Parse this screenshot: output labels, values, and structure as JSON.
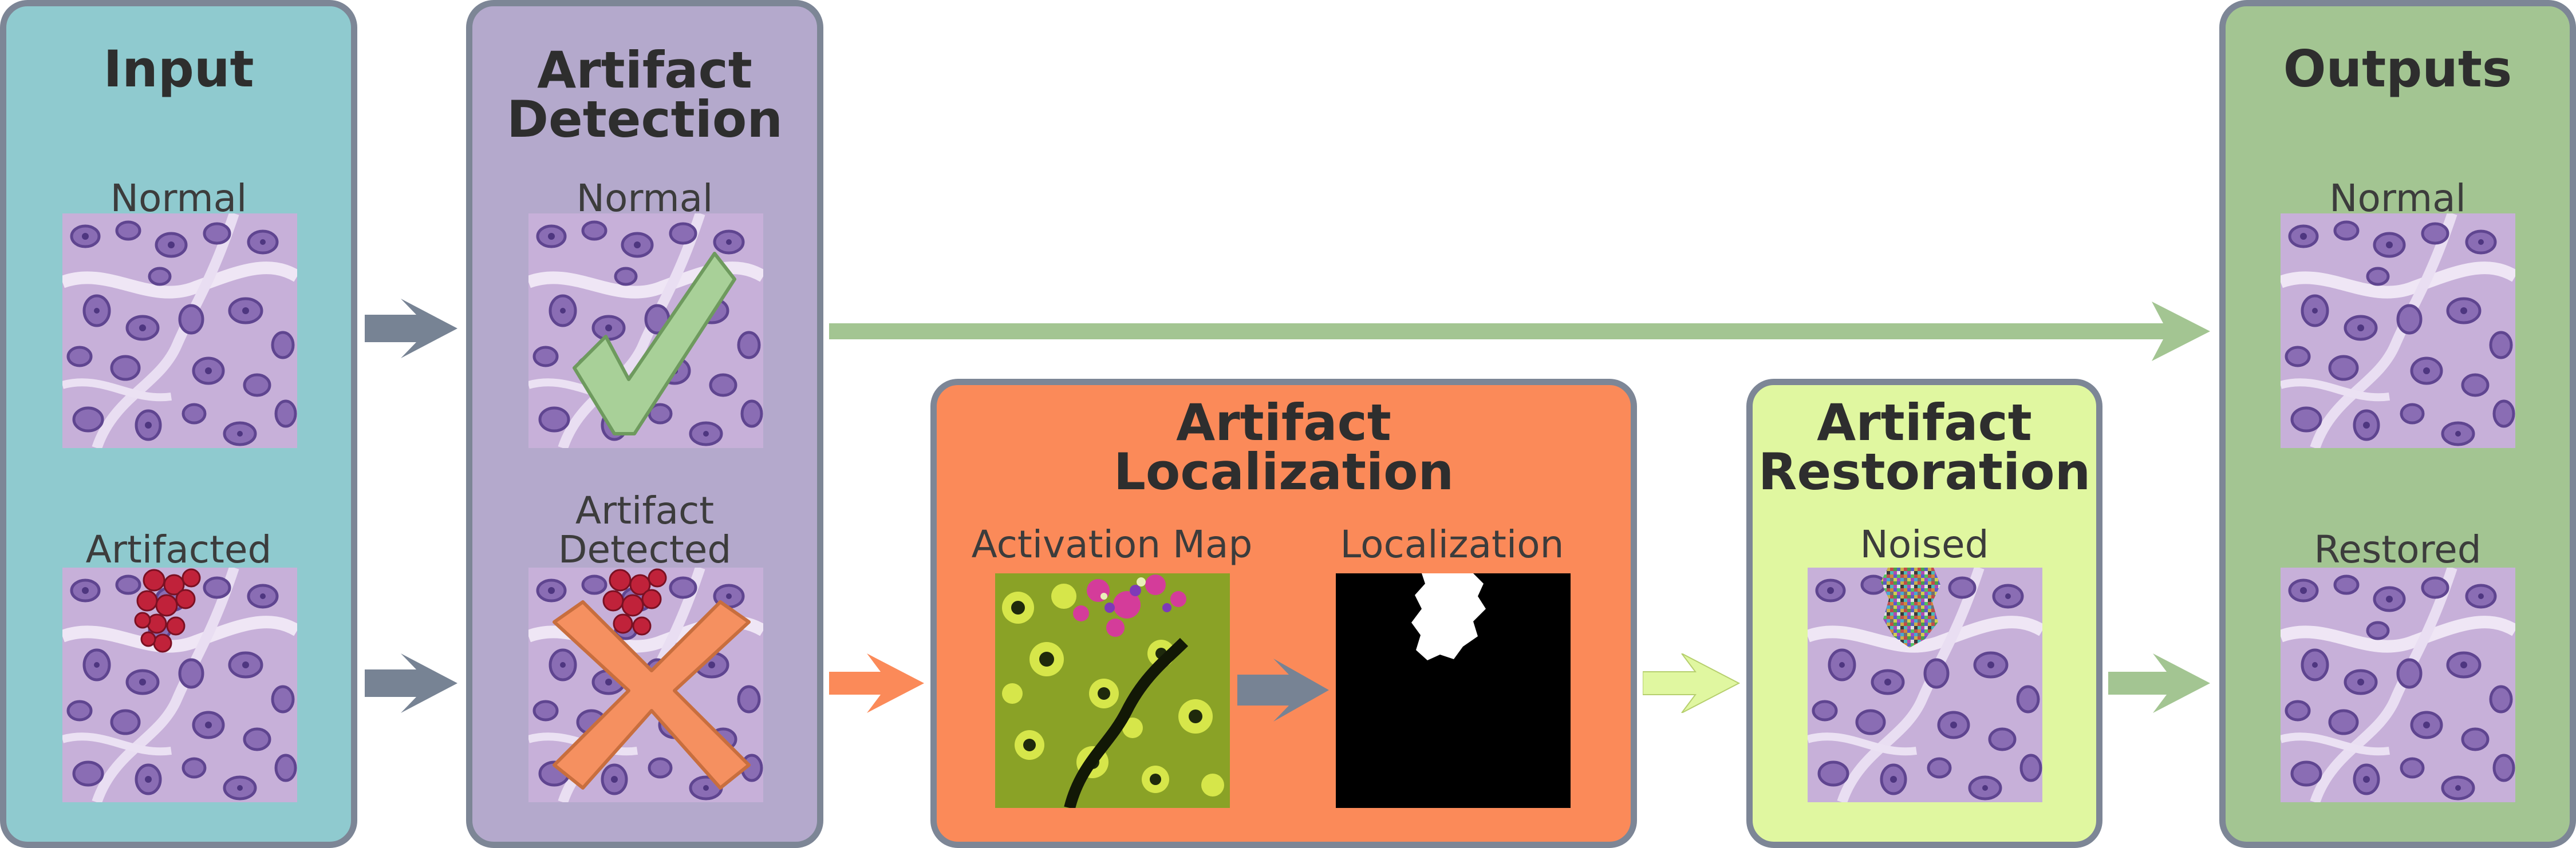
{
  "panels": {
    "input": {
      "title": "Input",
      "normal_label": "Normal",
      "artifacted_label": "Artifacted",
      "color": "#8fcacf"
    },
    "detection": {
      "title_line1": "Artifact",
      "title_line2": "Detection",
      "normal_label": "Normal",
      "detected_label_line1": "Artifact",
      "detected_label_line2": "Detected",
      "color": "#b4a9cc"
    },
    "localization": {
      "title_line1": "Artifact",
      "title_line2": "Localization",
      "activation_label": "Activation Map",
      "localization_label": "Localization",
      "color": "#fb8a59"
    },
    "restoration": {
      "title_line1": "Artifact",
      "title_line2": "Restoration",
      "noised_label": "Noised",
      "color": "#e0f7a0"
    },
    "outputs": {
      "title": "Outputs",
      "normal_label": "Normal",
      "restored_label": "Restored",
      "color": "#a3c592"
    }
  },
  "icons": {
    "check": "check-icon",
    "cross": "x-cross-icon"
  },
  "colors": {
    "border": "#7d8696",
    "arrow_gray": "#778394",
    "arrow_green": "#a3c592",
    "arrow_orange": "#fb8a59",
    "arrow_lime": "#e0f7a0",
    "check_fill": "#a8d098",
    "cross_fill": "#f59060"
  }
}
